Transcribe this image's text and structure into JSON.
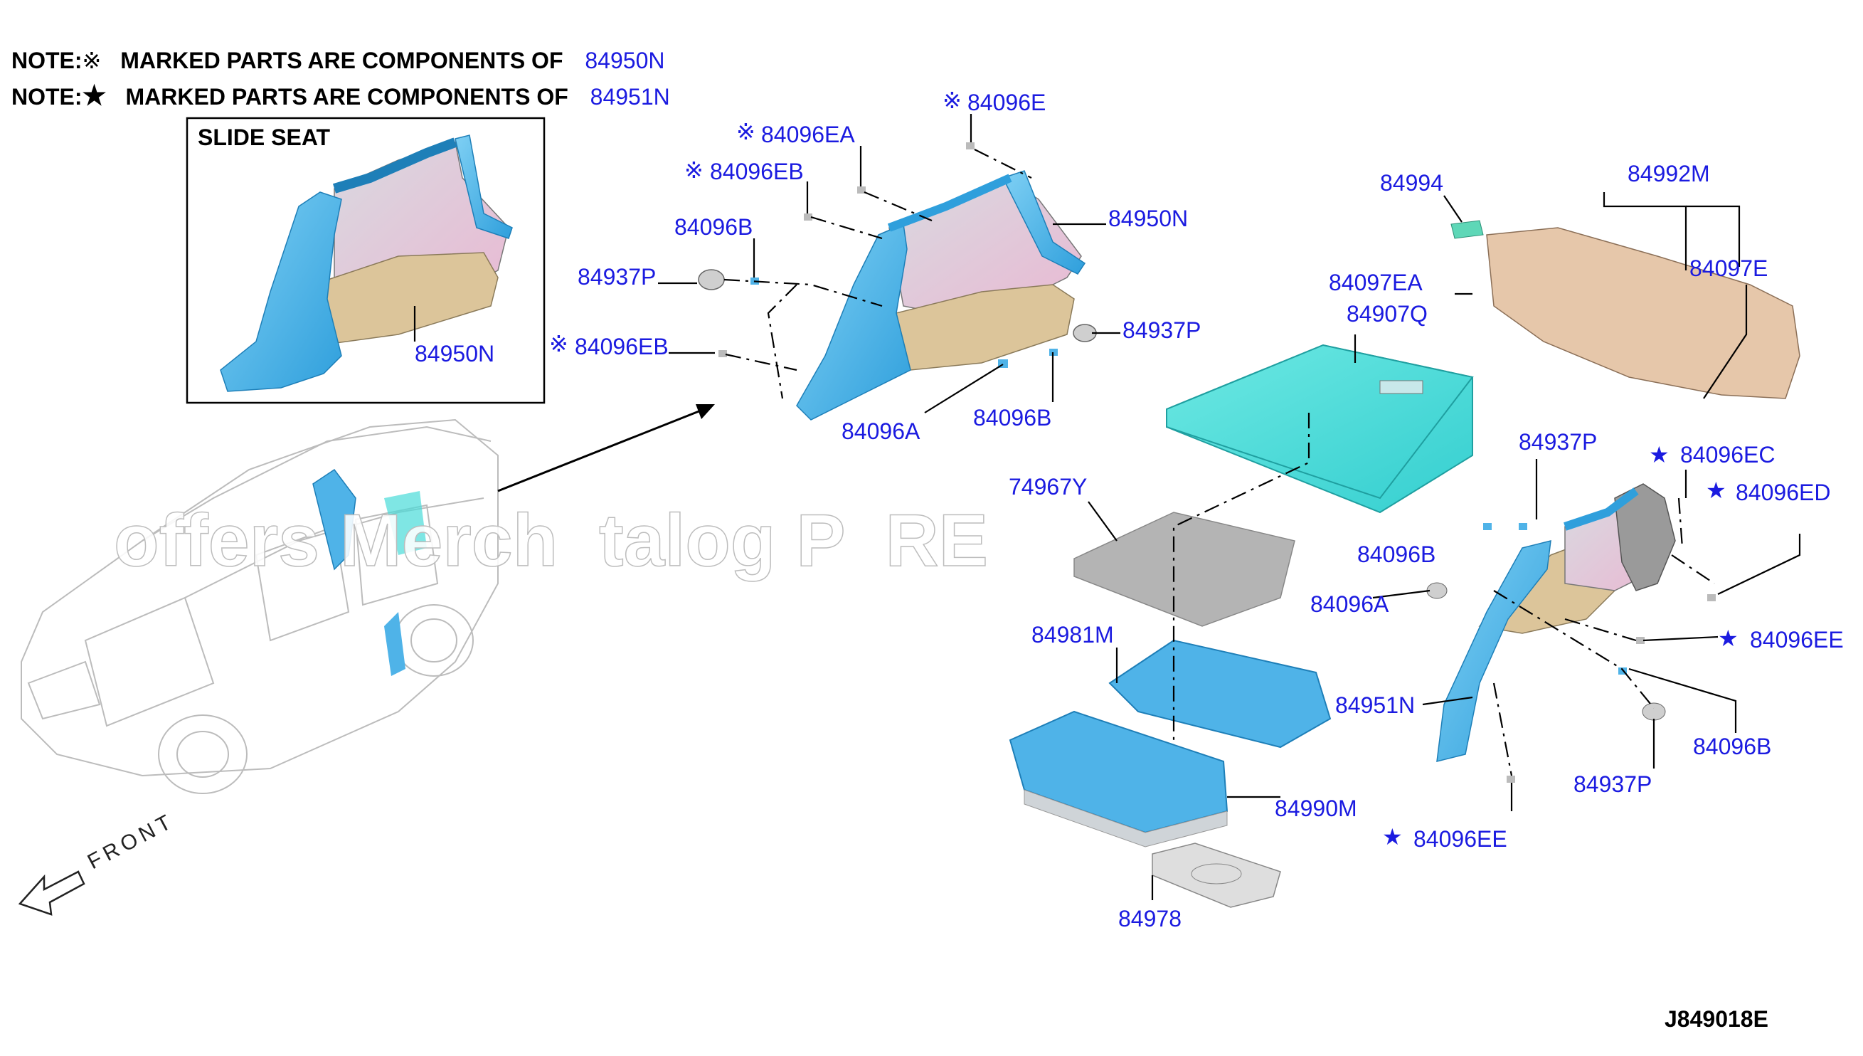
{
  "notes": [
    {
      "prefix": "NOTE:",
      "symbol": "※",
      "text": "MARKED PARTS ARE COMPONENTS OF",
      "ref": "84950N"
    },
    {
      "prefix": "NOTE:",
      "symbol": "★",
      "text": "MARKED PARTS ARE COMPONENTS OF",
      "ref": "84951N"
    }
  ],
  "inset": {
    "title": "SLIDE SEAT",
    "part": "84950N"
  },
  "front_label": "FRONT",
  "watermark": "offers Merch  talog P  RE",
  "diagram_code": "J849018E",
  "colors": {
    "label": "#1b1be0",
    "trim_blue": "#4fb3e8",
    "board_cyan": "#48dcd8",
    "pink": "#e8c6d6",
    "beige": "#dcc59a",
    "grey": "#b8b8b8"
  },
  "labels": {
    "e_84096E": "84096E",
    "ea_84096EA": "84096EA",
    "eb_84096EB_top": "84096EB",
    "b_84096B_left": "84096B",
    "p_84937P_left": "84937P",
    "eb_84096EB_low": "84096EB",
    "n_84950N": "84950N",
    "p_84937P_mid": "84937P",
    "a_84096A_left": "84096A",
    "b_84096B_mid": "84096B",
    "p_84994": "84994",
    "p_84992M": "84992M",
    "p_84097EA": "84097EA",
    "p_84907Q": "84907Q",
    "p_84097E": "84097E",
    "p_84937P_right_top": "84937P",
    "p_84096EC": "84096EC",
    "p_84096ED": "84096ED",
    "p_74967Y": "74967Y",
    "p_8409_B": "84096B",
    "p_84096A_right": "84096A",
    "p_84981M": "84981M",
    "p_84096EE_right": "84096EE",
    "p_84951N": "84951N",
    "p_84096B_right": "84096B",
    "p_84990M": "84990M",
    "p_84937P_right_bot": "84937P",
    "p_84096EE_bot": "84096EE",
    "p_84978": "84978"
  },
  "symbols": {
    "note": "※",
    "star": "★"
  }
}
